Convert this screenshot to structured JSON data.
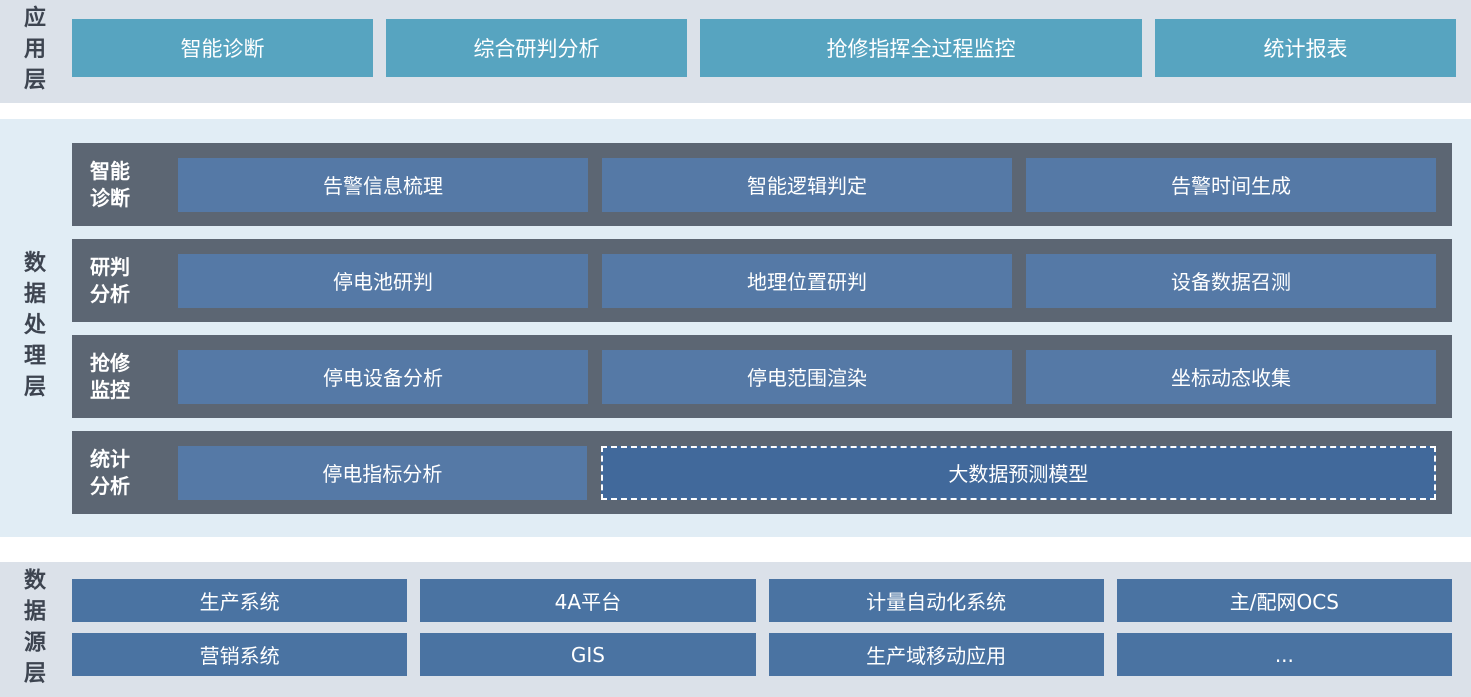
{
  "layers": {
    "application": {
      "label": "应用层",
      "items": [
        "智能诊断",
        "综合研判分析",
        "抢修指挥全过程监控",
        "统计报表"
      ]
    },
    "processing": {
      "label": "数据处理层",
      "rows": [
        {
          "label": "智能\n诊断",
          "items": [
            "告警信息梳理",
            "智能逻辑判定",
            "告警时间生成"
          ]
        },
        {
          "label": "研判\n分析",
          "items": [
            "停电池研判",
            "地理位置研判",
            "设备数据召测"
          ]
        },
        {
          "label": "抢修\n监控",
          "items": [
            "停电设备分析",
            "停电范围渲染",
            "坐标动态收集"
          ]
        },
        {
          "label": "统计\n分析",
          "items": [
            "停电指标分析"
          ],
          "wide_item": "大数据预测模型"
        }
      ]
    },
    "sources": {
      "label": "数据源层",
      "rows": [
        [
          "生产系统",
          "4A平台",
          "计量自动化系统",
          "主/配网OCS"
        ],
        [
          "营销系统",
          "GIS",
          "生产域移动应用",
          "..."
        ]
      ]
    }
  },
  "colors": {
    "app_button": "#57a4c0",
    "processing_row_bg": "#5c6673",
    "processing_button": "#5579a6",
    "processing_dashed_fill": "#41699b",
    "source_button": "#4a73a2",
    "app_layer_bg": "#dbe1e9",
    "processing_layer_bg": "#e1edf5",
    "source_layer_bg": "#dbe1e9",
    "label_text": "#3d4450"
  }
}
